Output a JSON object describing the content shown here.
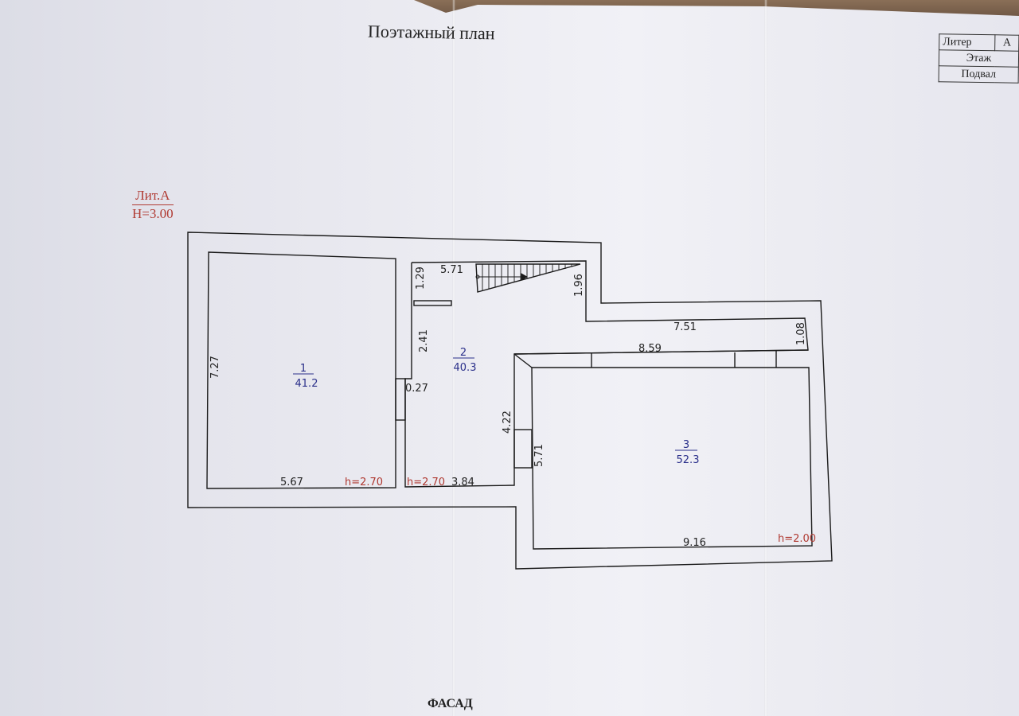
{
  "title": "Поэтажный план",
  "facade": "ФАСАД",
  "stamp": {
    "liter_label": "Литер",
    "liter_value": "А",
    "floor_label": "Этаж",
    "floor_value": "Подвал"
  },
  "building": {
    "lit": "Лит.А",
    "height": "Н=3.00"
  },
  "rooms": [
    {
      "number": "1",
      "area": "41.2",
      "height": "h=2.70"
    },
    {
      "number": "2",
      "area": "40.3",
      "height": "h=2.70"
    },
    {
      "number": "3",
      "area": "52.3",
      "height": "h=2.00"
    }
  ],
  "dimensions": {
    "room1_height": "7.27",
    "room1_width": "5.67",
    "corridor_top": "5.71",
    "corridor_129": "1.29",
    "corridor_196": "1.96",
    "corridor_241": "2.41",
    "corridor_027": "0.27",
    "corridor_422": "4.22",
    "corridor_384": "3.84",
    "passage_751": "7.51",
    "passage_108": "1.08",
    "passage_859": "8.59",
    "room3_height": "5.71",
    "room3_width": "9.16"
  },
  "colors": {
    "room_label": "#2a2f8a",
    "height_label": "#b03a32",
    "lines": "#1a1a1a"
  }
}
